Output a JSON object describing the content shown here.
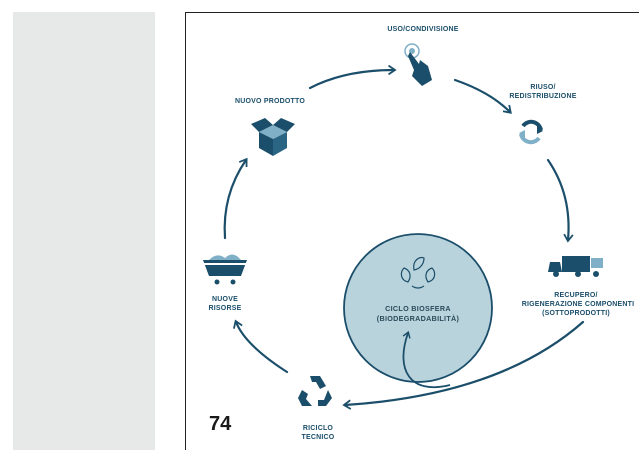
{
  "page_number": "74",
  "cycle_steps": {
    "uso": "USO/CONDIVISIONE",
    "riuso_1": "RIUSO/",
    "riuso_2": "REDISTRIBUZIONE",
    "recupero_1": "RECUPERO/",
    "recupero_2": "RIGENERAZIONE COMPONENTI",
    "recupero_3": "(SOTTOPRODOTTI)",
    "riciclo_1": "RICICLO",
    "riciclo_2": "TECNICO",
    "nuove_1": "NUOVE",
    "nuove_2": "RISORSE",
    "nuovo_prodotto": "NUOVO PRODOTTO"
  },
  "biosphere": {
    "line_1": "CICLO BIOSFERA",
    "line_2": "(BIODEGRADABILITÀ)"
  },
  "colors": {
    "primary": "#1b4e6a",
    "accent": "#7fb0c8",
    "biosphere_fill": "#b9d3dc"
  },
  "icons": [
    "touch-hand-icon",
    "refresh-cycle-icon",
    "truck-icon",
    "recycle-icon",
    "mine-cart-icon",
    "open-box-icon",
    "leaves-cycle-icon"
  ]
}
